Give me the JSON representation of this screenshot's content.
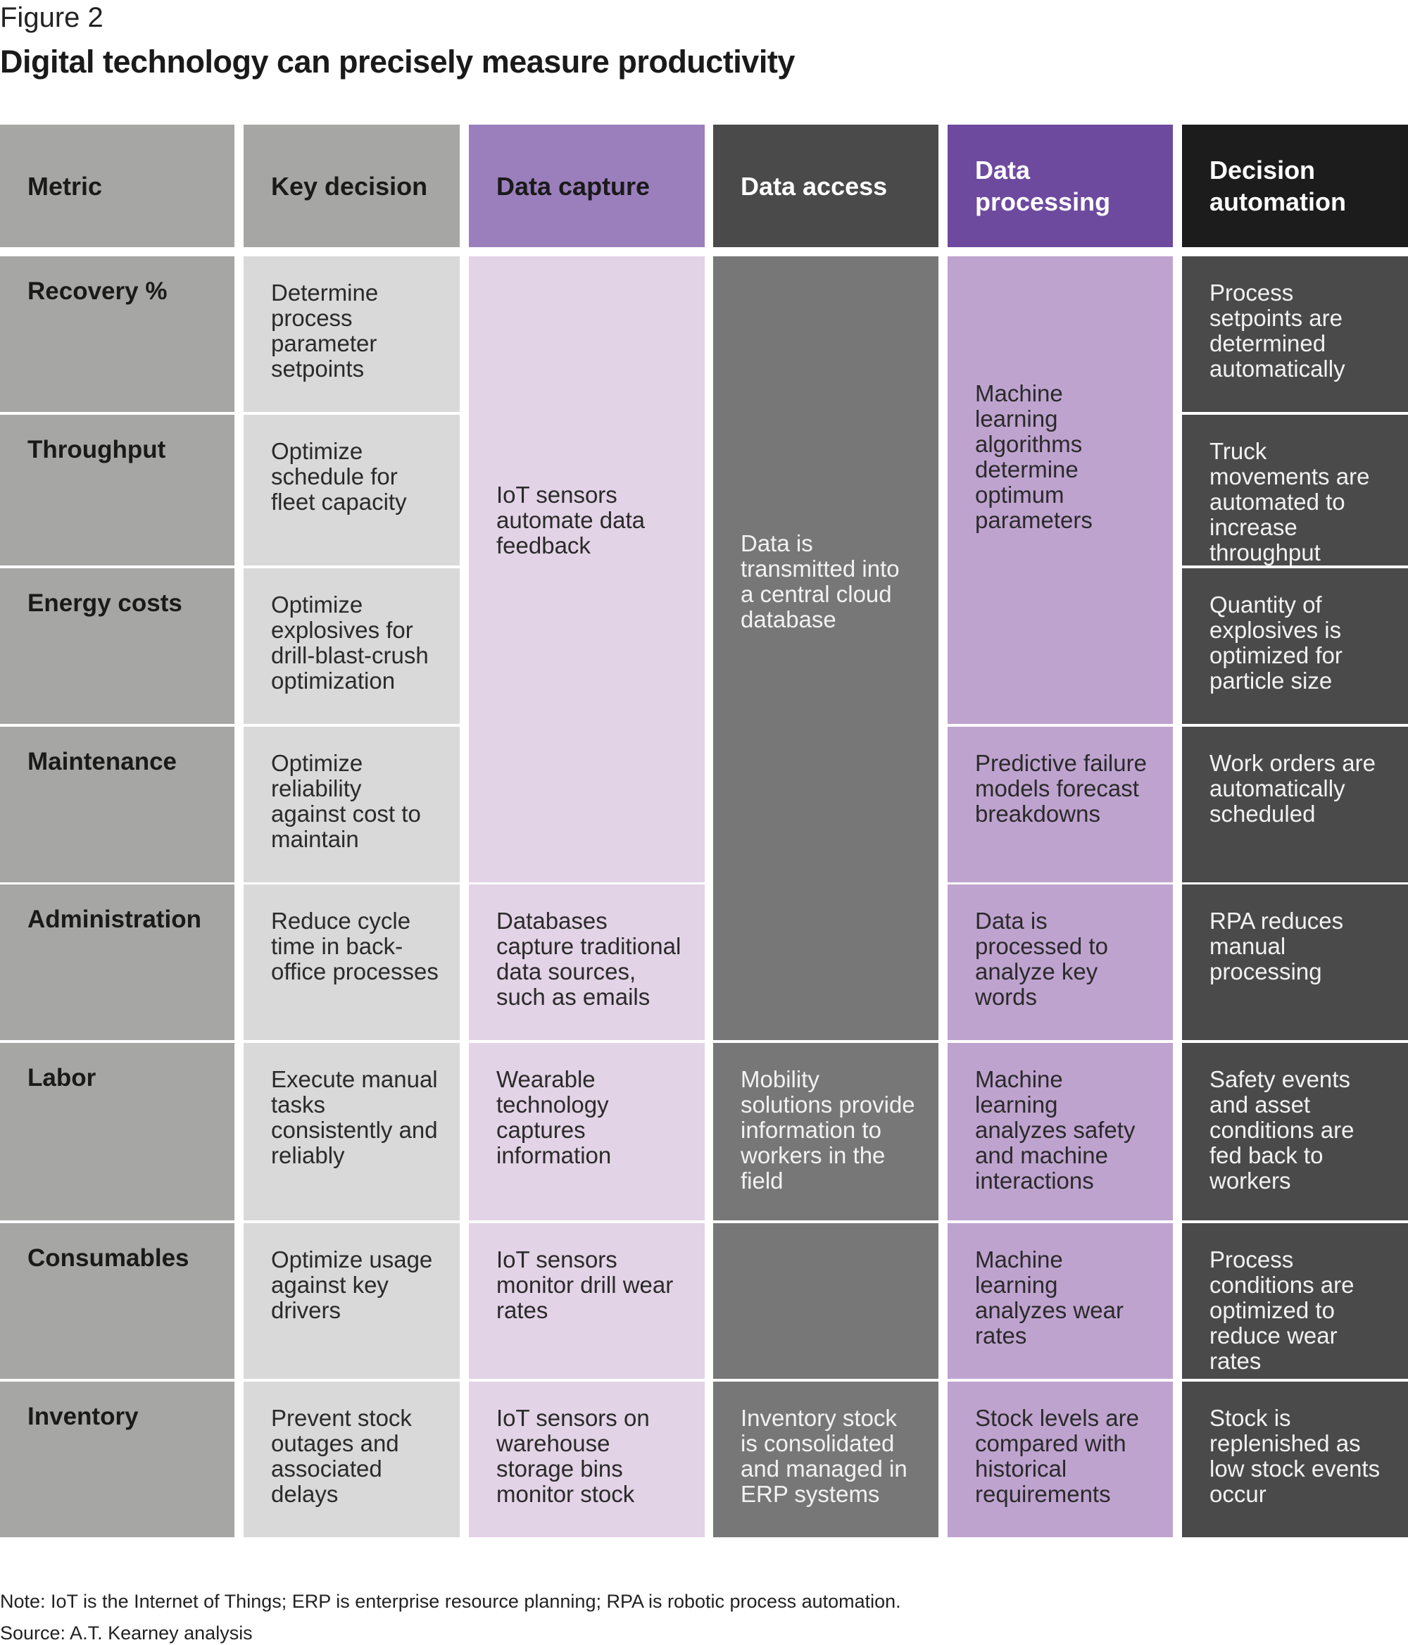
{
  "figure": {
    "label": "Figure 2",
    "title": "Digital technology can precisely measure productivity"
  },
  "headers": {
    "metric": "Metric",
    "key_decision": "Key decision",
    "data_capture": "Data capture",
    "data_access": "Data access",
    "data_processing": "Data processing",
    "decision_automation": "Decision automation"
  },
  "rows": [
    {
      "metric": "Recovery %",
      "key_decision": "Determine process parameter setpoints",
      "decision_automation": "Process setpoints are determined automatically"
    },
    {
      "metric": "Throughput",
      "key_decision": "Optimize schedule for fleet capacity",
      "decision_automation": "Truck movements are automated to increase throughput"
    },
    {
      "metric": "Energy costs",
      "key_decision": "Optimize explosives for drill-blast-crush optimization",
      "decision_automation": "Quantity of explosives is optimized for particle size"
    },
    {
      "metric": "Maintenance",
      "key_decision": "Optimize reliability against cost to maintain",
      "decision_automation": "Work orders are automatically scheduled"
    },
    {
      "metric": "Administration",
      "key_decision": "Reduce cycle time in back-office processes",
      "decision_automation": "RPA reduces manual processing"
    },
    {
      "metric": "Labor",
      "key_decision": "Execute manual tasks consistently and reliably",
      "decision_automation": "Safety events and asset conditions are fed back to workers"
    },
    {
      "metric": "Consumables",
      "key_decision": "Optimize usage against key drivers",
      "decision_automation": "Process conditions are optimized to reduce wear rates"
    },
    {
      "metric": "Inventory",
      "key_decision": "Prevent stock outages and associated delays",
      "decision_automation": "Stock is replenished as low stock events occur"
    }
  ],
  "data_capture": {
    "iot_feedback": "IoT sensors automate data feedback",
    "databases": "Databases capture traditional data sources, such as emails",
    "wearable": "Wearable technology captures information",
    "iot_drill": "IoT sensors monitor drill wear rates",
    "iot_warehouse": "IoT sensors on warehouse storage bins monitor stock"
  },
  "data_access": {
    "cloud": "Data is transmitted into a central cloud database",
    "mobility": "Mobility solutions provide information to workers in the field",
    "consumables": "",
    "erp": "Inventory stock is consolidated and managed in ERP systems"
  },
  "data_processing": {
    "ml_parameters": "Machine learning algorithms determine optimum parameters",
    "predictive": "Predictive failure models forecast breakdowns",
    "key_words": "Data is processed to analyze key words",
    "ml_safety": "Machine learning analyzes safety and machine interactions",
    "ml_wear": "Machine learning analyzes wear rates",
    "stock_levels": "Stock levels are compared with historical requirements"
  },
  "notes": {
    "note": "Note: IoT is the Internet of Things; ERP is enterprise resource planning; RPA is robotic process automation.",
    "source": "Source: A.T. Kearney analysis"
  },
  "colors": {
    "metric_col": "#a6a6a5",
    "key_decision_col": "#d9d9d9",
    "data_capture_header": "#9b7fbc",
    "data_capture_col": "#e3d3e6",
    "data_access_header": "#4a4a4a",
    "data_access_col": "#777777",
    "data_processing_header": "#6d4a9e",
    "data_processing_col": "#bfa3cf",
    "decision_automation_header": "#1c1c1c",
    "decision_automation_col": "#4a4a4a"
  }
}
